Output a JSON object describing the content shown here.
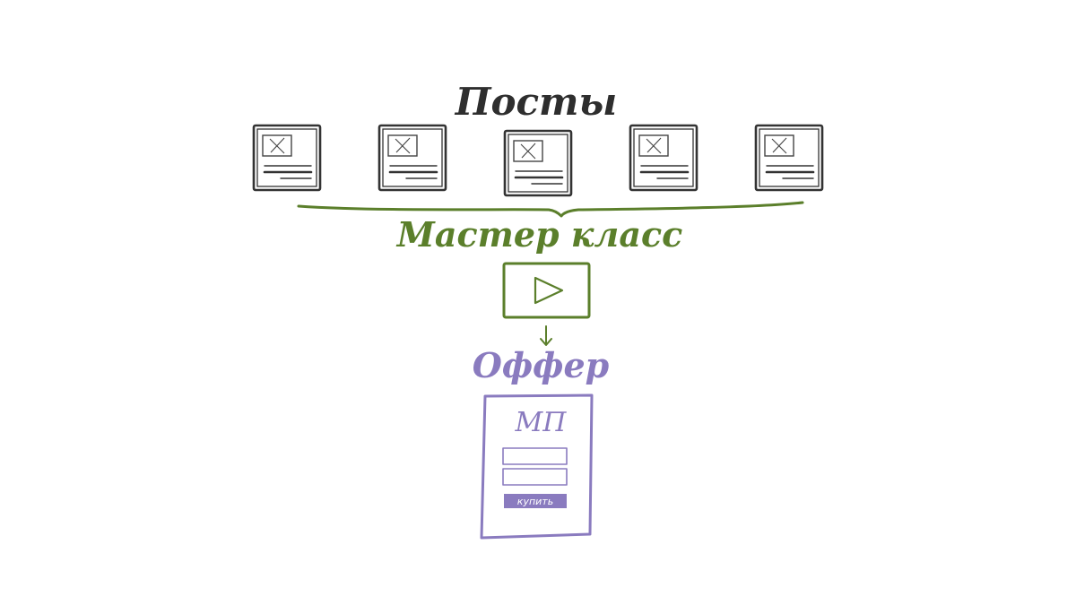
{
  "diagram": {
    "title_posts": "Посты",
    "title_master_class": "Мастер класс",
    "title_offer": "Оффер",
    "offer_page": {
      "heading": "МП",
      "button_label": "купить"
    },
    "post_count": 5
  },
  "colors": {
    "posts": "#2e2e2e",
    "master_class": "#5b7f2b",
    "offer": "#8a7bbf"
  }
}
